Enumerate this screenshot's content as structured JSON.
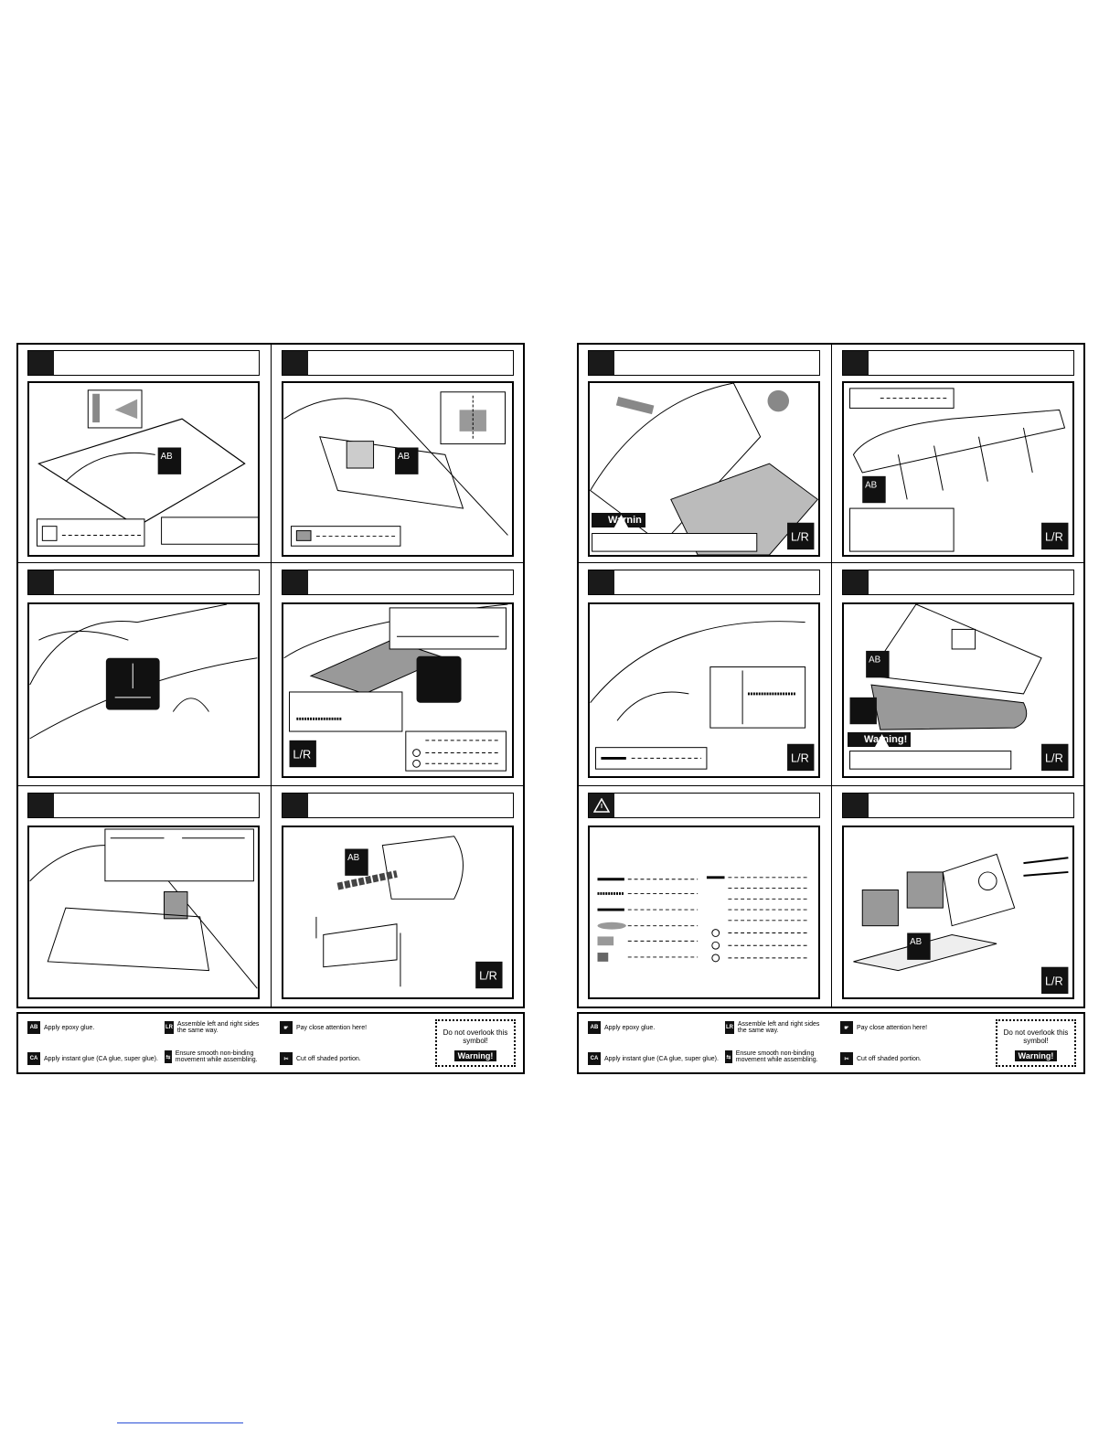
{
  "warning_badge": "Warning!",
  "warning_badge_truncated": "Warnin",
  "left_page": {
    "legend": {
      "epoxy": "Apply epoxy glue.",
      "ca": "Apply instant glue (CA glue, super glue).",
      "lr": "Assemble left and right sides the same way.",
      "smooth": "Ensure smooth non-binding movement while assembling.",
      "attention": "Pay close attention here!",
      "cut": "Cut off shaded portion.",
      "overlook": "Do not overlook this symbol!",
      "warning": "Warning!"
    }
  },
  "right_page": {
    "legend": {
      "epoxy": "Apply epoxy glue.",
      "ca": "Apply instant glue (CA glue, super glue).",
      "lr": "Assemble left and right sides the same way.",
      "smooth": "Ensure smooth non-binding movement while assembling.",
      "attention": "Pay close attention here!",
      "cut": "Cut off shaded portion.",
      "overlook": "Do not overlook this symbol!",
      "warning": "Warning!"
    }
  },
  "colors": {
    "ink": "#111111",
    "shade": "#9a9a9a",
    "light": "#cfcfcf",
    "link": "#2a4fd6"
  }
}
